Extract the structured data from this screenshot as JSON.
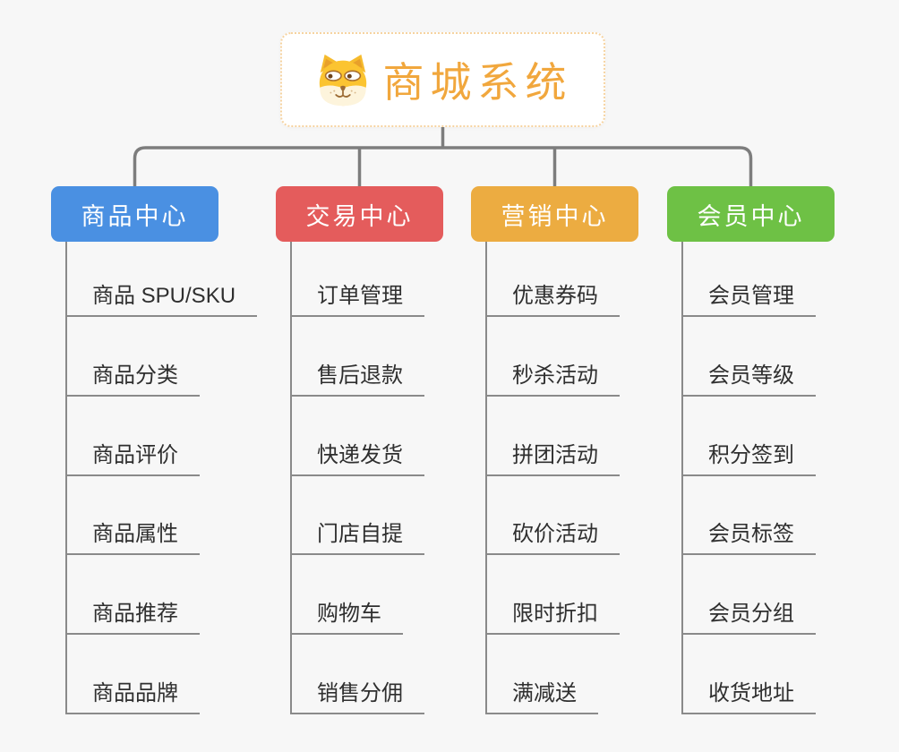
{
  "page": {
    "background": "#F7F7F7"
  },
  "root": {
    "title": "商城系统",
    "title_color": "#F1A73D",
    "border_color": "#F6D3A0",
    "icon": "dog-icon"
  },
  "connectors": {
    "tree_color": "#7D7D7D",
    "leaf_line_color": "#8A8A8A"
  },
  "branches": [
    {
      "label": "商品中心",
      "color": "#4A90E2",
      "children": [
        "商品 SPU/SKU",
        "商品分类",
        "商品评价",
        "商品属性",
        "商品推荐",
        "商品品牌"
      ]
    },
    {
      "label": "交易中心",
      "color": "#E45C5C",
      "children": [
        "订单管理",
        "售后退款",
        "快递发货",
        "门店自提",
        "购物车",
        "销售分佣"
      ]
    },
    {
      "label": "营销中心",
      "color": "#ECAC41",
      "children": [
        "优惠券码",
        "秒杀活动",
        "拼团活动",
        "砍价活动",
        "限时折扣",
        "满减送"
      ]
    },
    {
      "label": "会员中心",
      "color": "#6EC145",
      "children": [
        "会员管理",
        "会员等级",
        "积分签到",
        "会员标签",
        "会员分组",
        "收货地址"
      ]
    }
  ]
}
